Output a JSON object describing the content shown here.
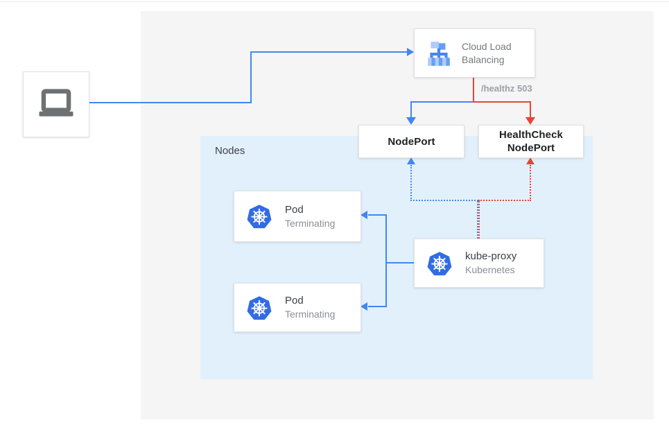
{
  "colors": {
    "blue": "#4285F4",
    "red": "#EA4335",
    "panelGray": "#F5F5F5",
    "panelBlue": "#E2F0FC",
    "boxBorder": "#E2E2E2",
    "textDark": "#3C4043",
    "textGray": "#8A8F98",
    "textMuted": "#9AA0A6",
    "laptopGray": "#6E7174",
    "k8sBlue": "#326CE5",
    "lbLight": "#AECBFA",
    "lbMid": "#669DF6",
    "lbMain": "#4285F4"
  },
  "diagram": {
    "nodes_label": "Nodes",
    "healthz_label": "/healthz 503",
    "client": {
      "icon": "laptop-icon"
    },
    "cloud_lb": {
      "title": "Cloud Load Balancing",
      "icon": "load-balancer-icon"
    },
    "nodeport": {
      "label": "NodePort"
    },
    "healthcheck_nodeport": {
      "label": "HealthCheck NodePort"
    },
    "pods": [
      {
        "title": "Pod",
        "subtitle": "Terminating",
        "icon": "kubernetes-icon"
      },
      {
        "title": "Pod",
        "subtitle": "Terminating",
        "icon": "kubernetes-icon"
      }
    ],
    "kube_proxy": {
      "title": "kube-proxy",
      "subtitle": "Kubernetes",
      "icon": "kubernetes-icon"
    }
  }
}
